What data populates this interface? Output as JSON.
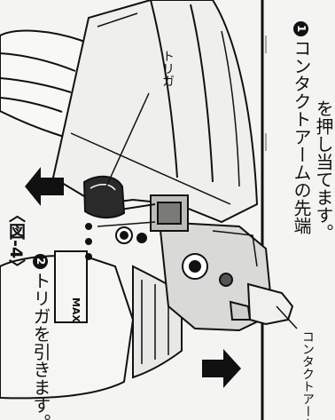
{
  "figure": {
    "label": "〈図-4〉"
  },
  "steps": [
    {
      "number": "2",
      "text": "トリガを引きます。"
    },
    {
      "number": "1",
      "line1": "コンタクトアームの先端",
      "line2": "を押し当てます。"
    }
  ],
  "callouts": {
    "trigger": "トリガ",
    "contact_arm": "コンタクトアーム"
  },
  "brand": "MAX",
  "icons": {
    "arrow_up": "pull-arrow-icon",
    "arrow_down": "press-arrow-icon"
  }
}
